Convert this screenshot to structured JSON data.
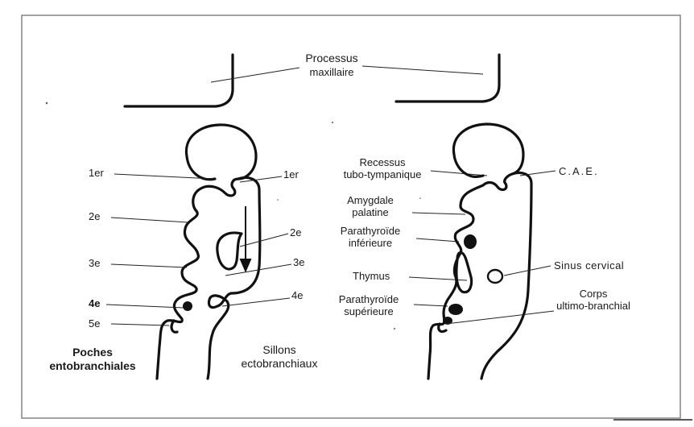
{
  "left_labels": {
    "pouch_1": "1er",
    "pouch_2": "2e",
    "pouch_3": "3e",
    "pouch_4": "4e",
    "pouch_5": "5e",
    "groove_1": "1er",
    "groove_2": "2e",
    "groove_3": "3e",
    "groove_4": "4e",
    "poches_line1": "Poches",
    "poches_line2": "entobranchiales",
    "sillons_line1": "Sillons",
    "sillons_line2": "ectobranchiaux"
  },
  "center_labels": {
    "processus_line1": "Processus",
    "processus_line2": "maxillaire",
    "recessus_line1": "Recessus",
    "recessus_line2": "tubo-tympanique",
    "amygdale_line1": "Amygdale",
    "amygdale_line2": "palatine",
    "parathyroide_inf_line1": "Parathyroïde",
    "parathyroide_inf_line2": "inférieure",
    "thymus": "Thymus",
    "parathyroide_sup_line1": "Parathyroïde",
    "parathyroide_sup_line2": "supérieure"
  },
  "right_labels": {
    "cae": "C.A.E.",
    "sinus": "Sinus cervical",
    "corps_line1": "Corps",
    "corps_line2": "ultimo-branchial"
  },
  "colors": {
    "ink": "#111111",
    "frame": "#555555",
    "background": "#ffffff"
  }
}
